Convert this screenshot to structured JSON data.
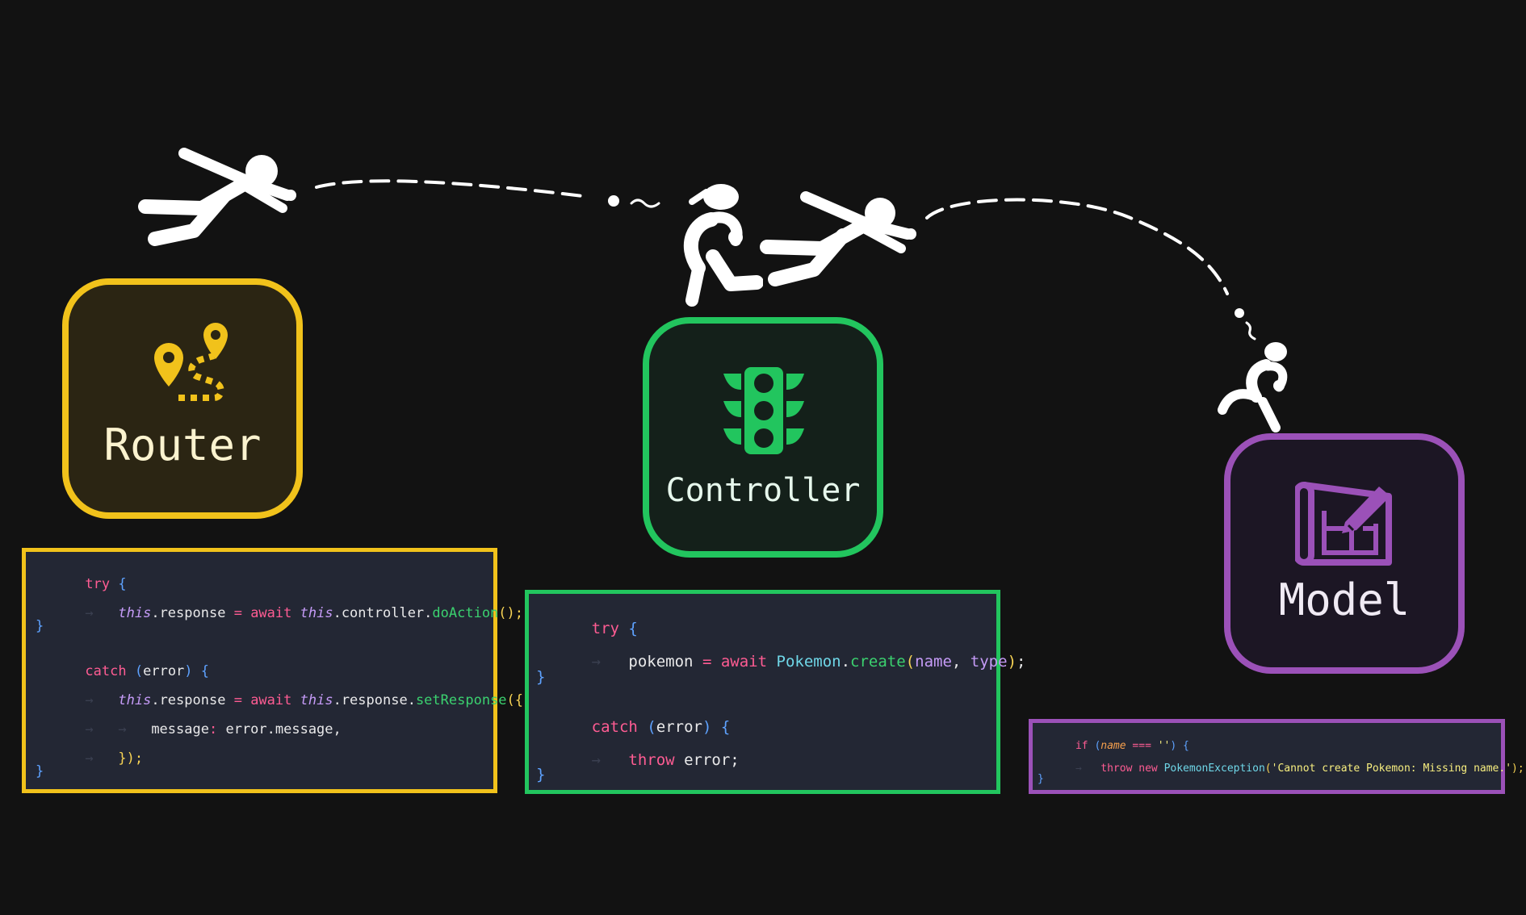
{
  "nodes": {
    "router": {
      "label": "Router",
      "color": "#f1c21b",
      "icon": "route-map-pins-icon"
    },
    "controller": {
      "label": "Controller",
      "color": "#22c55e",
      "icon": "traffic-light-icon"
    },
    "model": {
      "label": "Model",
      "color": "#9b51b8",
      "icon": "blueprint-icon"
    }
  },
  "figures": [
    "throwing-player-icon",
    "catching-player-icon"
  ],
  "code_router": {
    "l1_kw": "try",
    "l1_br": "{",
    "l2_this": "this",
    "l2_a": ".response ",
    "l2_eq": "=",
    "l2_await": "await",
    "l2_this2": "this",
    "l2_b": ".controller.",
    "l2_fn": "doAction",
    "l2_paren": "();",
    "l3": "}",
    "l4_kw": "catch",
    "l4_a": "(",
    "l4_b": "error",
    "l4_c": ")",
    "l4_br": "{",
    "l5_this": "this",
    "l5_a": ".response ",
    "l5_eq": "=",
    "l5_await": "await",
    "l5_this2": "this",
    "l5_b": ".response.",
    "l5_fn": "setResponse",
    "l5_paren": "({",
    "l6_a": "message",
    "l6_colon": ":",
    "l6_b": "error.message,",
    "l7": "});",
    "l8": "}"
  },
  "code_controller": {
    "l1_kw": "try",
    "l1_br": "{",
    "l2_a": "pokemon",
    "l2_eq": "=",
    "l2_await": "await",
    "l2_cls": "Pokemon",
    "l2_dot": ".",
    "l2_fn": "create",
    "l2_p1": "(",
    "l2_n": "name",
    "l2_comma": ",",
    "l2_t": "type",
    "l2_p2": ")",
    "l2_semi": ";",
    "l3": "}",
    "l4_kw": "catch",
    "l4_a": "(",
    "l4_b": "error",
    "l4_c": ")",
    "l4_br": "{",
    "l5_kw": "throw",
    "l5_b": "error;",
    "l6": "}"
  },
  "code_model": {
    "l1_if": "if",
    "l1_p": "(",
    "l1_name": "name",
    "l1_op": "===",
    "l1_str": "''",
    "l1_p2": ")",
    "l1_br": "{",
    "l2_throw": "throw",
    "l2_new": "new",
    "l2_cls": "PokemonException",
    "l2_p": "(",
    "l2_str": "'Cannot create Pokemon: Missing name.'",
    "l2_p2": ");",
    "l3": "}"
  }
}
